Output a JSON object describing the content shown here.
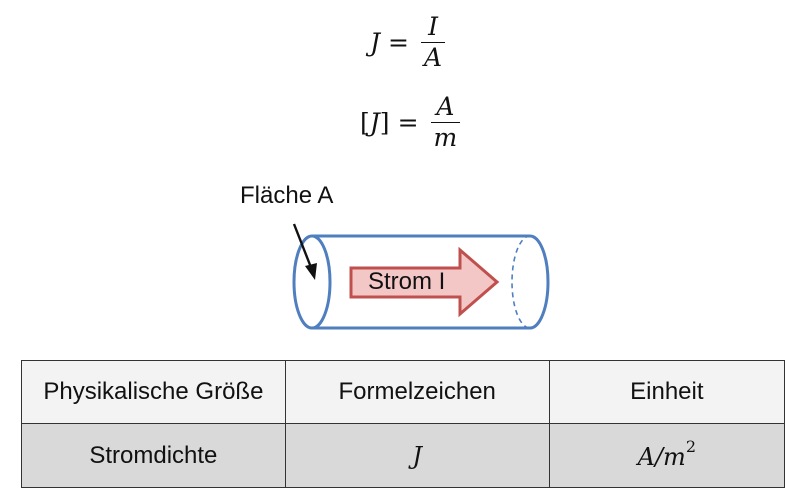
{
  "formulas": {
    "eq1": {
      "lhs": "J",
      "op": "=",
      "num": "I",
      "den": "A"
    },
    "eq2": {
      "lhs_open": "[",
      "lhs": "J",
      "lhs_close": "]",
      "op": "=",
      "num": "A",
      "den": "m"
    }
  },
  "diagram": {
    "area_label": "Fläche A",
    "current_label": "Strom I",
    "colors": {
      "cylinder_stroke": "#4f7fbf",
      "arrow_fill": "#f4c7c7",
      "arrow_stroke": "#c0504d",
      "pointer": "#111111"
    }
  },
  "table": {
    "headers": [
      "Physikalische Größe",
      "Formelzeichen",
      "Einheit"
    ],
    "row": {
      "quantity": "Stromdichte",
      "symbol": "J",
      "unit_base": "A/m",
      "unit_exp": "2"
    }
  }
}
